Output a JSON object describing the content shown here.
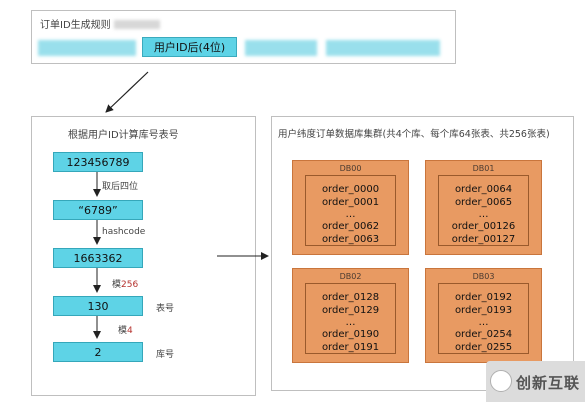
{
  "top_panel": {
    "title": "订单ID生成规则",
    "highlight_segment": "用户ID后(4位)"
  },
  "left_panel": {
    "title": "根据用户ID计算库号表号",
    "steps": [
      {
        "value": "123456789"
      },
      {
        "value": "“6789”"
      },
      {
        "value": "1663362"
      },
      {
        "value": "130"
      },
      {
        "value": "2"
      }
    ],
    "transitions": {
      "t1": "取后四位",
      "t2": "hashcode",
      "t3_prefix": "模",
      "t3_num": "256",
      "t4_prefix": "模",
      "t4_num": "4"
    },
    "side_labels": {
      "table_no": "表号",
      "db_no": "库号"
    }
  },
  "right_panel": {
    "title": "用户纬度订单数据库集群(共4个库、每个库64张表、共256张表)",
    "databases": [
      {
        "name": "DB00",
        "tables": [
          "order_0000",
          "order_0001",
          "…",
          "order_0062",
          "order_0063"
        ]
      },
      {
        "name": "DB01",
        "tables": [
          "order_0064",
          "order_0065",
          "…",
          "order_00126",
          "order_00127"
        ]
      },
      {
        "name": "DB02",
        "tables": [
          "order_0128",
          "order_0129",
          "…",
          "order_0190",
          "order_0191"
        ]
      },
      {
        "name": "DB03",
        "tables": [
          "order_0192",
          "order_0193",
          "…",
          "order_0254",
          "order_0255"
        ]
      }
    ]
  },
  "watermark": {
    "text": "创新互联"
  },
  "colors": {
    "cyan": "#5ed3e6",
    "orange": "#e89a62",
    "accent_red": "#b5322e"
  }
}
